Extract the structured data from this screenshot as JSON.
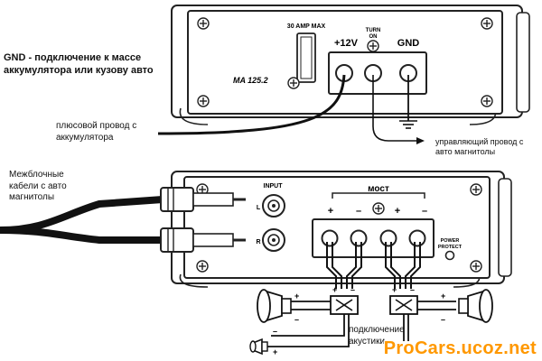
{
  "top_panel": {
    "fuse_label": "30 AMP MAX",
    "model": "MA 125.2",
    "turn_on_line1": "TURN",
    "turn_on_line2": "ON",
    "plus12_label": "+12V",
    "gnd_label": "GND"
  },
  "bottom_panel": {
    "input_label": "INPUT",
    "left_label": "L",
    "right_label": "R",
    "bridge_label": "мост",
    "power_protect_line1": "POWER",
    "power_protect_line2": "PROTECT",
    "plus_sign": "+",
    "minus_sign": "–"
  },
  "annotations": {
    "gnd_line1": "GND - подключение к массе",
    "gnd_line2": "аккумулятора или кузову авто",
    "plus_line1": "плюсовой провод с",
    "plus_line2": "аккумулятора",
    "remote_line1": "управляющий провод с",
    "remote_line2": "авто магнитолы",
    "rca_line1": "Межблочные",
    "rca_line2": "кабели с авто",
    "rca_line3": "магнитолы",
    "speaker_line1": "подключение",
    "speaker_line2": "акустики"
  },
  "watermark": "ProCars.ucoz.net"
}
